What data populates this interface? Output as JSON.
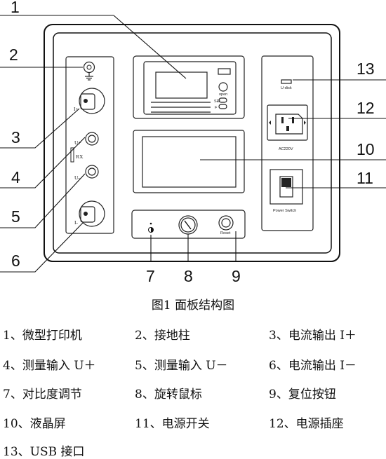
{
  "callouts": [
    "1",
    "2",
    "3",
    "4",
    "5",
    "6",
    "7",
    "8",
    "9",
    "10",
    "11",
    "12",
    "13"
  ],
  "panel_labels": {
    "i_plus": "I+",
    "u_plus": "U+",
    "rx": "RX",
    "u_minus": "U-",
    "i_minus": "I-",
    "open": "open",
    "sel": "SEL",
    "feed": "F",
    "reset": "Reset",
    "udisk": "U-disk",
    "ac220v": "AC220V",
    "power_switch": "Power Switch"
  },
  "caption": "图1  面板结构图",
  "legend": [
    "1、微型打印机",
    "2、接地柱",
    "3、电流输出 I＋",
    "4、测量输入 U＋",
    "5、测量输入 U－",
    "6、电流输出 I－",
    "7、对比度调节",
    "8、旋转鼠标",
    "9、复位按钮",
    "10、液晶屏",
    "11、电源开关",
    "12、电源插座",
    "13、USB 接口"
  ]
}
